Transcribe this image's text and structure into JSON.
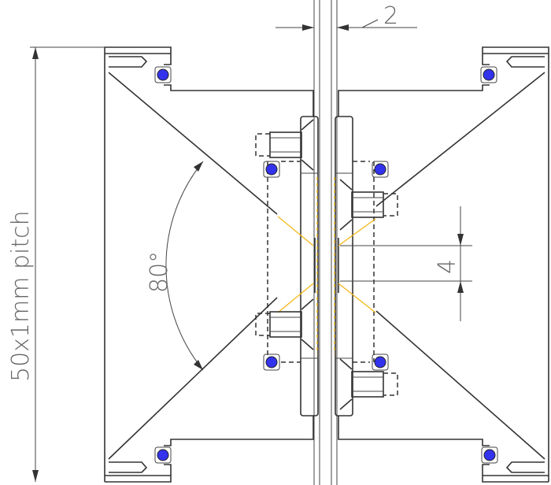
{
  "dimensions": {
    "gap": "2",
    "offset": "4",
    "angle": "80°",
    "height": "50x1mm pitch"
  },
  "colors": {
    "o_ring": "#3333ee",
    "construction_lines": "#f2b818",
    "lines": "#333333"
  }
}
